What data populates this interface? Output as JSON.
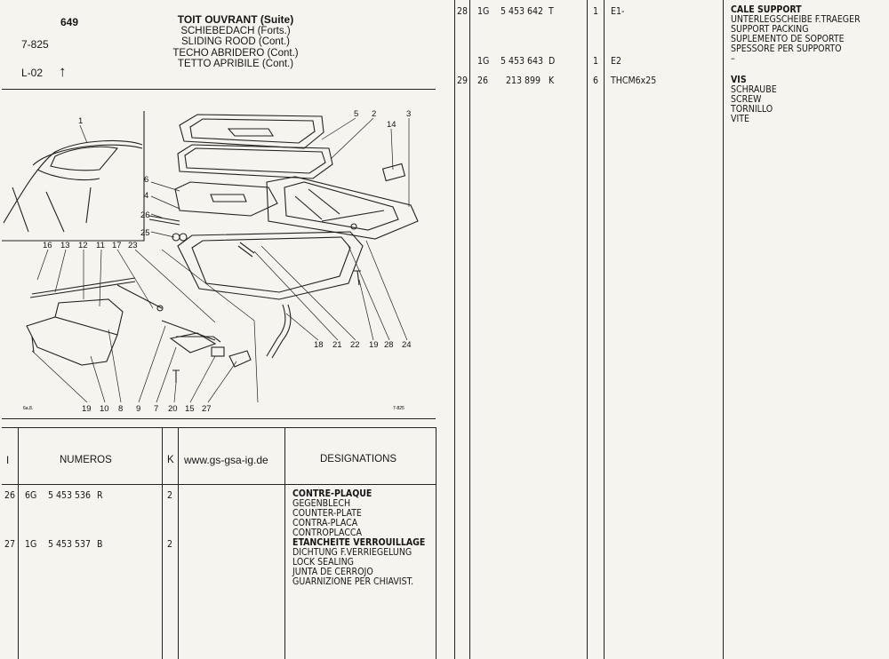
{
  "header": {
    "plate_number": "649",
    "ref_code": "7-825",
    "level_code": "L-02",
    "arrow": "↑",
    "titles": [
      "TOIT OUVRANT (Suite)",
      "SCHIEBEDACH (Forts.)",
      "SLIDING ROOD (Cont.)",
      "TECHO ABRIDERO (Cont.)",
      "TETTO APRIBILE (Cont.)"
    ]
  },
  "diagram": {
    "callouts_top": [
      "1",
      "5",
      "2",
      "14",
      "3",
      "6",
      "4",
      "26",
      "25"
    ],
    "callouts_left_row": [
      "16",
      "13",
      "12",
      "11",
      "17",
      "23"
    ],
    "callouts_right_bottom": [
      "18",
      "21",
      "22",
      "19",
      "28",
      "24"
    ],
    "callouts_bottom": [
      "19",
      "10",
      "8",
      "9",
      "7",
      "20",
      "15",
      "27"
    ],
    "small_left": "6a.8.",
    "small_right": "7-825"
  },
  "table_left": {
    "headers": {
      "index": "I",
      "numeros": "NUMEROS",
      "qty": "K",
      "website": "www.gs-gsa-ig.de",
      "designations": "DESIGNATIONS"
    },
    "rows": [
      {
        "index": "26",
        "prefix": "6G",
        "part": "5 453 536",
        "suffix": "R",
        "qty": "2",
        "designations": [
          "CONTRE-PLAQUE",
          "GEGENBLECH",
          "COUNTER-PLATE",
          "CONTRA-PLACA",
          "CONTROPLACCA"
        ]
      },
      {
        "index": "27",
        "prefix": "1G",
        "part": "5 453 537",
        "suffix": "B",
        "qty": "2",
        "designations": [
          "ETANCHEITE VERROUILLAGE",
          "DICHTUNG F.VERRIEGELUNG",
          "LOCK SEALING",
          "JUNTA DE CERROJO",
          "GUARNIZIONE PER CHIAVIST."
        ]
      }
    ]
  },
  "table_right": {
    "rows": [
      {
        "index": "28",
        "prefix": "1G",
        "part": "5 453 642",
        "suffix": "T",
        "qty": "1",
        "code": "E1-",
        "designations": [
          "CALE SUPPORT",
          "UNTERLEGSCHEIBE F.TRAEGER",
          "SUPPORT PACKING",
          "SUPLEMENTO DE SOPORTE",
          "SPESSORE PER SUPPORTO",
          "–"
        ]
      },
      {
        "index": "",
        "prefix": "1G",
        "part": "5 453 643",
        "suffix": "D",
        "qty": "1",
        "code": "E2",
        "designations": []
      },
      {
        "index": "29",
        "prefix": "26",
        "part": "213 899",
        "suffix": "K",
        "qty": "6",
        "code": "THCM6x25",
        "designations": [
          "VIS",
          "SCHRAUBE",
          "SCREW",
          "TORNILLO",
          "VITE"
        ]
      }
    ]
  }
}
